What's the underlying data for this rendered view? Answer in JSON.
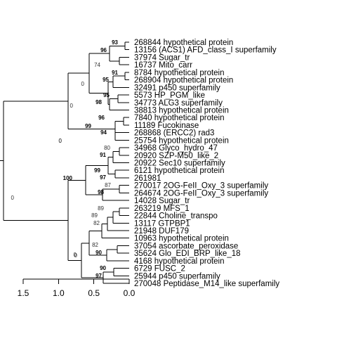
{
  "tree": {
    "axis": {
      "ticks": [
        1.5,
        1.0,
        0.5,
        0.0
      ],
      "tick_labels": [
        "1.5",
        "1.0",
        "0.5",
        "0.0"
      ]
    },
    "leaves": [
      "268844 hypothetical protein",
      "13156 (ACS1) AFD_class_I superfamily",
      "37974 Sugar_tr",
      "16737 Mito_carr",
      "8784 hypothetical protein",
      "268904 hypothetical protein",
      "32491 p450 superfamily",
      "5573 HP_PGM_like",
      "34773 ALG3 superfamily",
      "38813 hypothetical protein",
      "7840 hypothetical protein",
      "11189 Fucokinase",
      "268868 (ERCC2) rad3",
      "25754 hypothetical protein",
      "34968 Glyco_hydro_47",
      "20920 SZP-M50_like_2",
      "20922 Sec10 superfamily",
      "6121 hypothetical protein",
      "261981",
      "270017 2OG-FeII_Oxy_3 superfamily",
      "264674 2OG-FeII_Oxy_3 superfamily",
      "14028 Sugar_tr",
      "263219 MFS_1",
      "22844 Choline_transpo",
      "13117 GTPBP1",
      "21948 DUF179",
      "10963 hypothetical protein",
      "37054 ascorbate_peroxidase",
      "35624 Glo_EDI_BRP_like_18",
      "4168 hypothetical protein",
      "6729 FUSC_2",
      "25944 p450 superfamily",
      "270048 Peptidase_M14_like superfamily"
    ],
    "bootstrap_labels": [
      {
        "text": "93",
        "bold": true
      },
      {
        "text": "96",
        "bold": true
      },
      {
        "text": "74",
        "bold": false
      },
      {
        "text": "91",
        "bold": true
      },
      {
        "text": "95",
        "bold": true
      },
      {
        "text": "0",
        "bold": false
      },
      {
        "text": "95",
        "bold": true
      },
      {
        "text": "98",
        "bold": true
      },
      {
        "text": "0",
        "bold": false
      },
      {
        "text": "96",
        "bold": true
      },
      {
        "text": "94",
        "bold": true
      },
      {
        "text": "99",
        "bold": true
      },
      {
        "text": "0",
        "bold": false
      },
      {
        "text": "80",
        "bold": false
      },
      {
        "text": "91",
        "bold": true
      },
      {
        "text": "99",
        "bold": true
      },
      {
        "text": "97",
        "bold": true
      },
      {
        "text": "87",
        "bold": false
      },
      {
        "text": "98",
        "bold": true
      },
      {
        "text": "100",
        "bold": true
      },
      {
        "text": "0",
        "bold": false
      },
      {
        "text": "89",
        "bold": false
      },
      {
        "text": "89",
        "bold": false
      },
      {
        "text": "82",
        "bold": false
      },
      {
        "text": "82",
        "bold": false
      },
      {
        "text": "90",
        "bold": true
      },
      {
        "text": "0",
        "bold": false
      },
      {
        "text": "90",
        "bold": true
      },
      {
        "text": "97",
        "bold": true
      },
      {
        "text": "0",
        "bold": false
      },
      {
        "text": "0",
        "bold": false
      }
    ]
  }
}
